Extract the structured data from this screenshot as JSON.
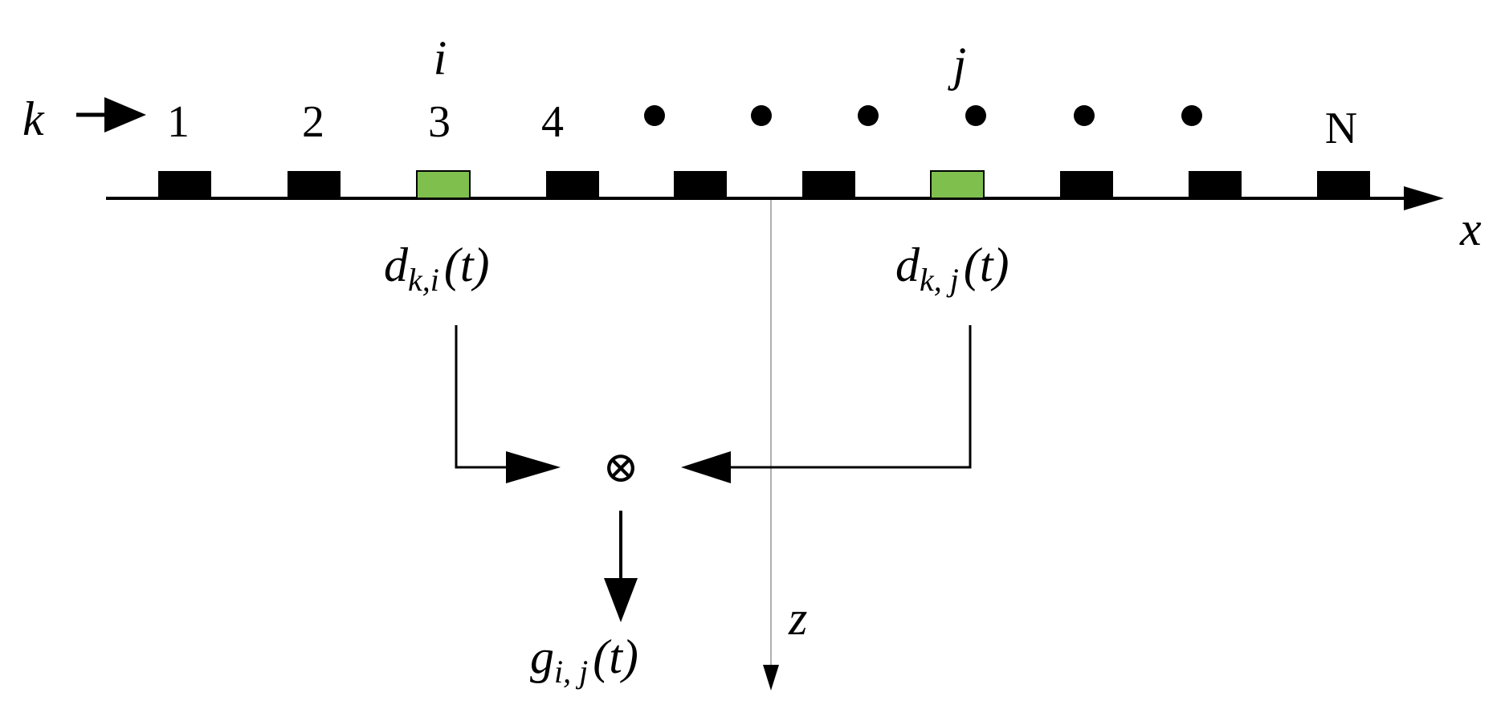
{
  "source_label": "k",
  "element_labels": [
    "1",
    "2",
    "3",
    "4",
    "N"
  ],
  "element_count": 10,
  "ellipsis_count": 6,
  "highlight_labels": [
    "i",
    "j"
  ],
  "colors": {
    "element": "#000000",
    "highlight": "#7fbf4d",
    "axis": "#000000",
    "depth_line": "#b0b0b0"
  },
  "axes": {
    "x_label": "x",
    "z_label": "z"
  },
  "signals": {
    "left": {
      "var": "d",
      "sub": "k,i",
      "arg": "(t)"
    },
    "right": {
      "var": "d",
      "sub": "k, j",
      "arg": "(t)"
    },
    "result": {
      "var": "g",
      "sub": "i, j",
      "arg": "(t)"
    }
  },
  "operator": "⊗",
  "operator_icon": "circled-times-icon"
}
